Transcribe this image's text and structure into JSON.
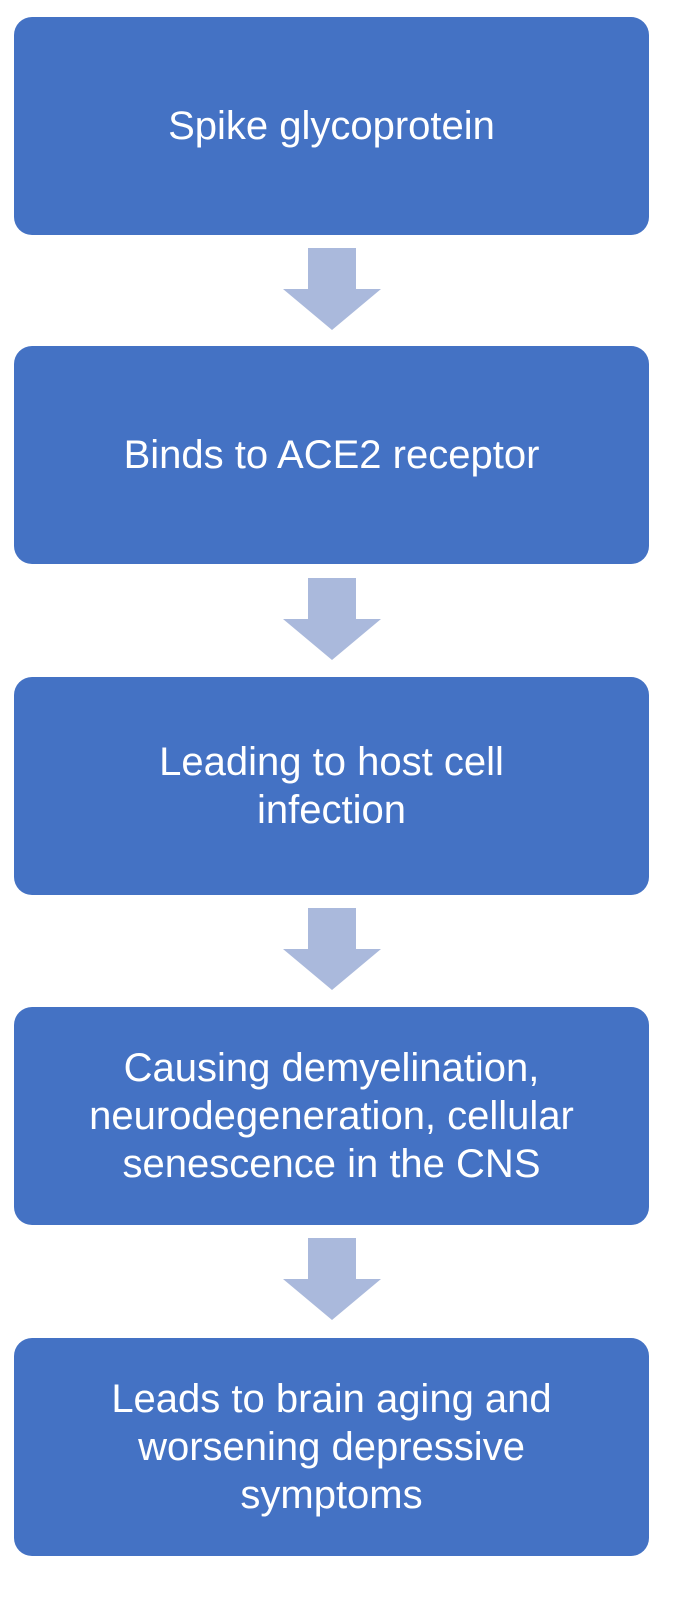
{
  "flowchart": {
    "steps": [
      {
        "label": "Spike glycoprotein"
      },
      {
        "label": "Binds to ACE2 receptor"
      },
      {
        "label": "Leading to host cell infection"
      },
      {
        "label": "Causing demyelination, neurodegeneration, cellular senescence in the CNS"
      },
      {
        "label": "Leads to brain aging and worsening depressive symptoms"
      }
    ],
    "colors": {
      "box_fill": "#4472c4",
      "box_text": "#ffffff",
      "arrow_fill": "#aab9dc"
    },
    "arrow_icon": "down-arrow-icon"
  }
}
